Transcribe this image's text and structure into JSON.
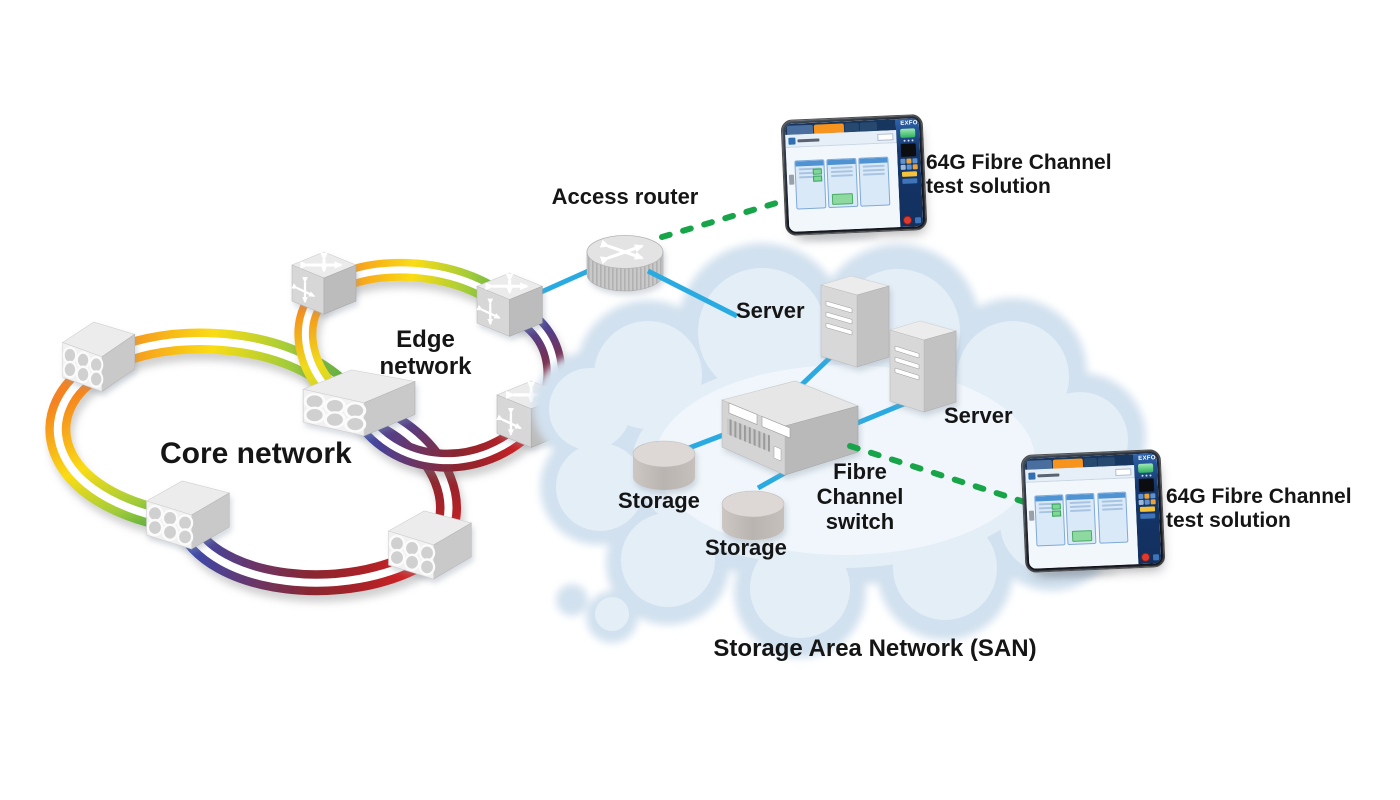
{
  "core_network": {
    "label": "Core network"
  },
  "edge_network": {
    "label": "Edge network"
  },
  "access_router": {
    "label": "Access router"
  },
  "san": {
    "label": "Storage Area Network (SAN)",
    "servers": [
      {
        "label": "Server"
      },
      {
        "label": "Server"
      }
    ],
    "storage_units": [
      {
        "label": "Storage"
      },
      {
        "label": "Storage"
      }
    ],
    "fibre_channel_switch": {
      "label": "Fibre Channel switch"
    }
  },
  "test_solutions": [
    {
      "label": "64G Fibre Channel test solution",
      "device_brand": "EXFO"
    },
    {
      "label": "64G Fibre Channel test solution",
      "device_brand": "EXFO"
    }
  ],
  "colors": {
    "link_blue": "#29ABE2",
    "test_link_green": "#18A54A",
    "device_active_tab_orange": "#F7941E",
    "cloud_fill": "#D2E1EF"
  }
}
